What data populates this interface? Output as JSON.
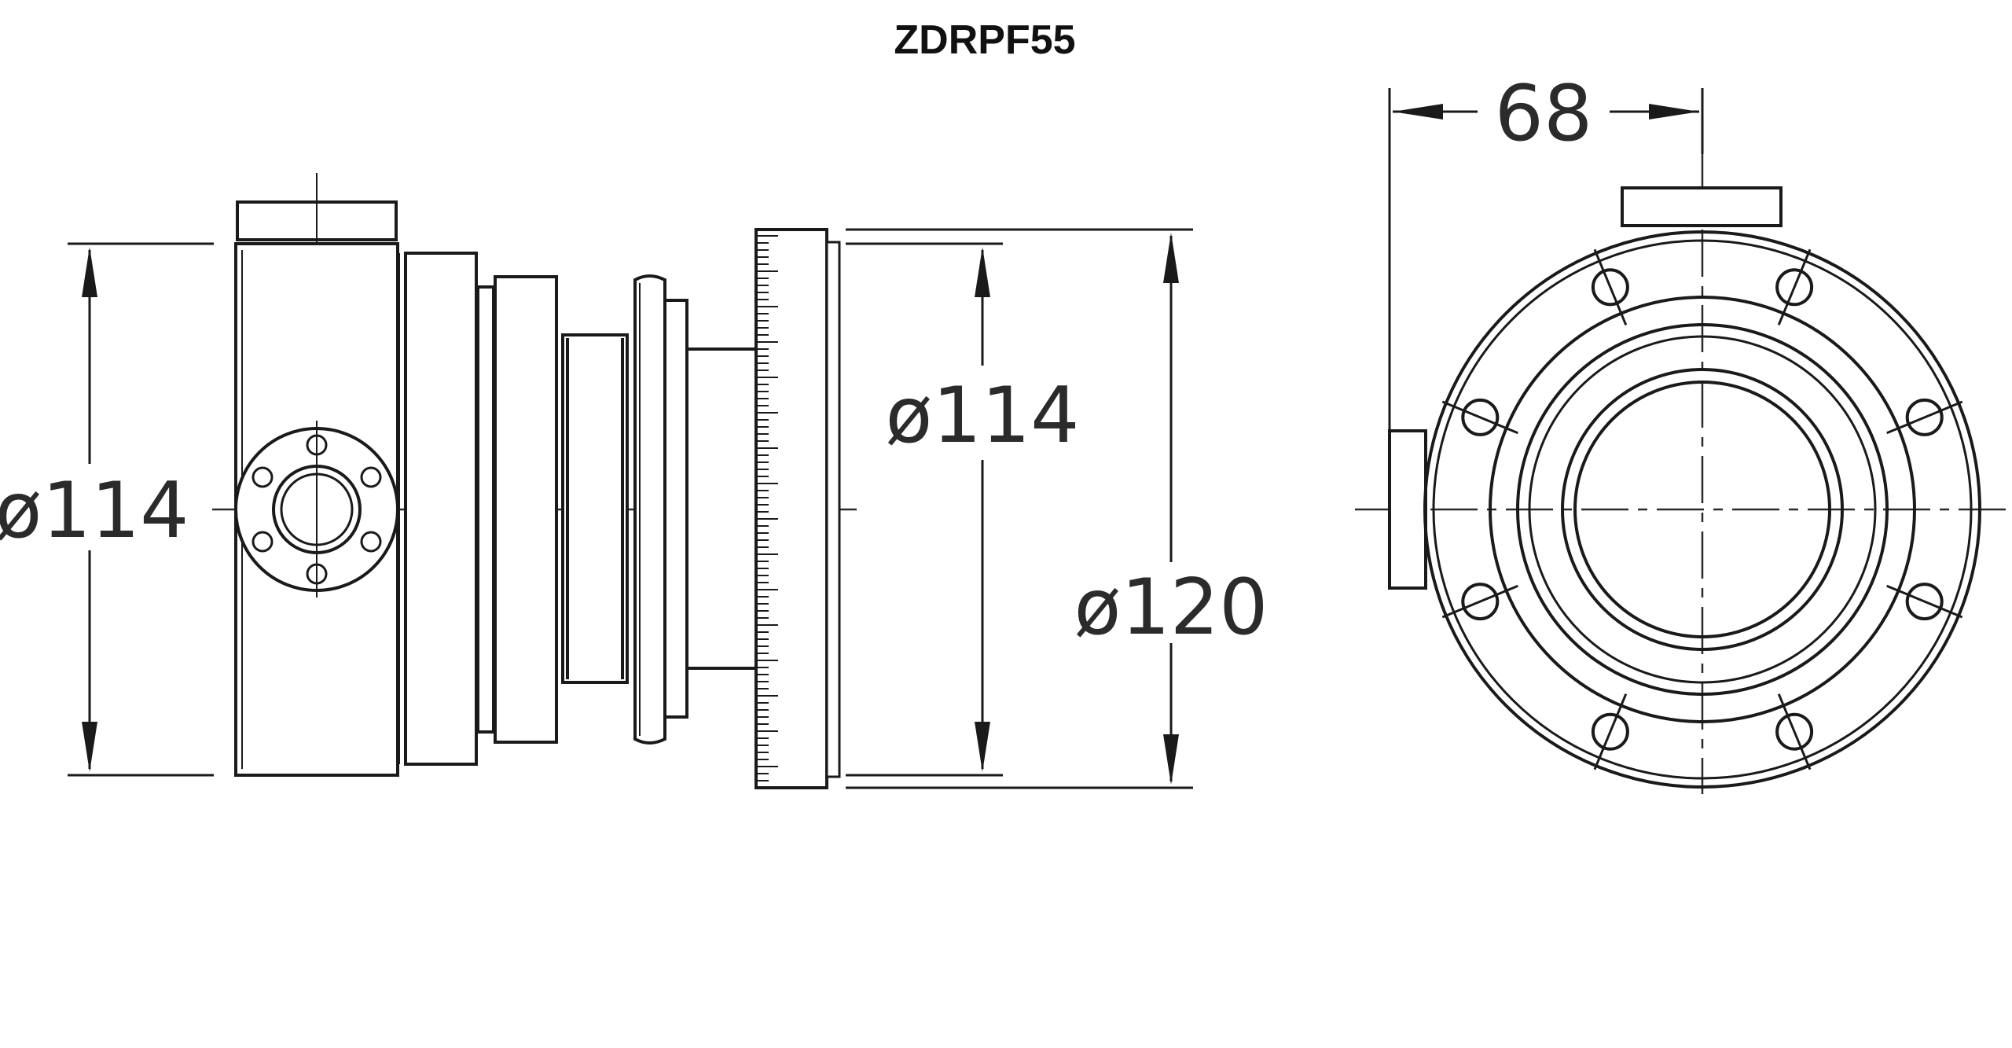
{
  "title": "ZDRPF55",
  "dimensions": {
    "left_height": "ø114",
    "inner_diameter": "ø114",
    "outer_diameter": "ø120",
    "depth": "68"
  }
}
